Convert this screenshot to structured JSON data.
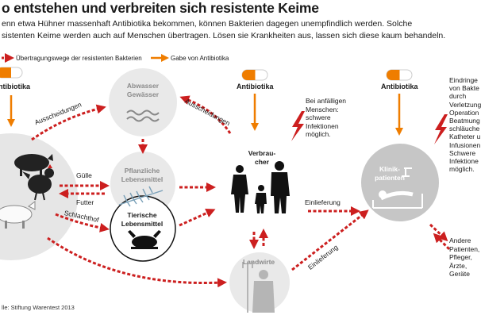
{
  "title": "o entstehen und verbreiten sich resistente Keime",
  "intro_lines": [
    "enn etwa Hühner massenhaft Antibiotika bekommen, können Bakterien dagegen unempfindlich werden. Solche",
    "sistenten Keime werden auch auf Menschen übertragen. Lösen sie Krankheiten aus, lassen sich diese kaum behandeln."
  ],
  "legend": {
    "transmission": "Übertragungswege der resistenten Bakterien",
    "antibiotic": "Gabe von Antibiotika"
  },
  "nodes": {
    "antibiotika_left": "ntibiotika",
    "antibiotika_mid": "Antibiotika",
    "antibiotika_right": "Antibiotika",
    "abwasser": "Abwasser\nGewässer",
    "pflanzliche": "Pflanzliche\nLebensmittel",
    "tierische": "Tierische\nLebensmittel",
    "verbraucher": "Verbrau-\ncher",
    "landwirte": "Landwirte",
    "klinik": "Klinik-\npatienten"
  },
  "edge_labels": {
    "ausscheidungen_left": "Ausscheidungen",
    "ausscheidungen_right": "Ausscheidungen",
    "guelle": "Gülle",
    "futter": "Futter",
    "schlachthof": "Schlachthof",
    "einlieferung_top": "Einlieferung",
    "einlieferung_diag": "Einlieferung"
  },
  "notes": {
    "anfaellige": "Bei anfälligen\nMenschen:\nschwere\nInfektionen\nmöglich.",
    "eindringen": "Eindringe\nvon Bakte\ndurch\nVerletzung\nOperation\nBeatmung\nschläuche\nKatheter u\nInfusionen\nSchwere\nInfektione\nmöglich.",
    "andere": "Andere\nPatienten,\nPfleger,\nÄrzte,\nGeräte"
  },
  "source": "lle: Stiftung Warentest 2013",
  "colors": {
    "transmission_red": "#cc1f1f",
    "antibiotic_orange": "#ef7d00",
    "node_grey": "#e9e9e9",
    "clinic_grey": "#c6c6c6",
    "black": "#111111"
  },
  "icons": [
    "pill-icon",
    "lightning-icon",
    "water-waves-icon",
    "wheat-icon",
    "roast-chicken-icon",
    "pig-icon",
    "chicken-icon",
    "cow-icon",
    "family-silhouette-icon",
    "farmer-pitchfork-icon",
    "hospital-bed-icon"
  ]
}
